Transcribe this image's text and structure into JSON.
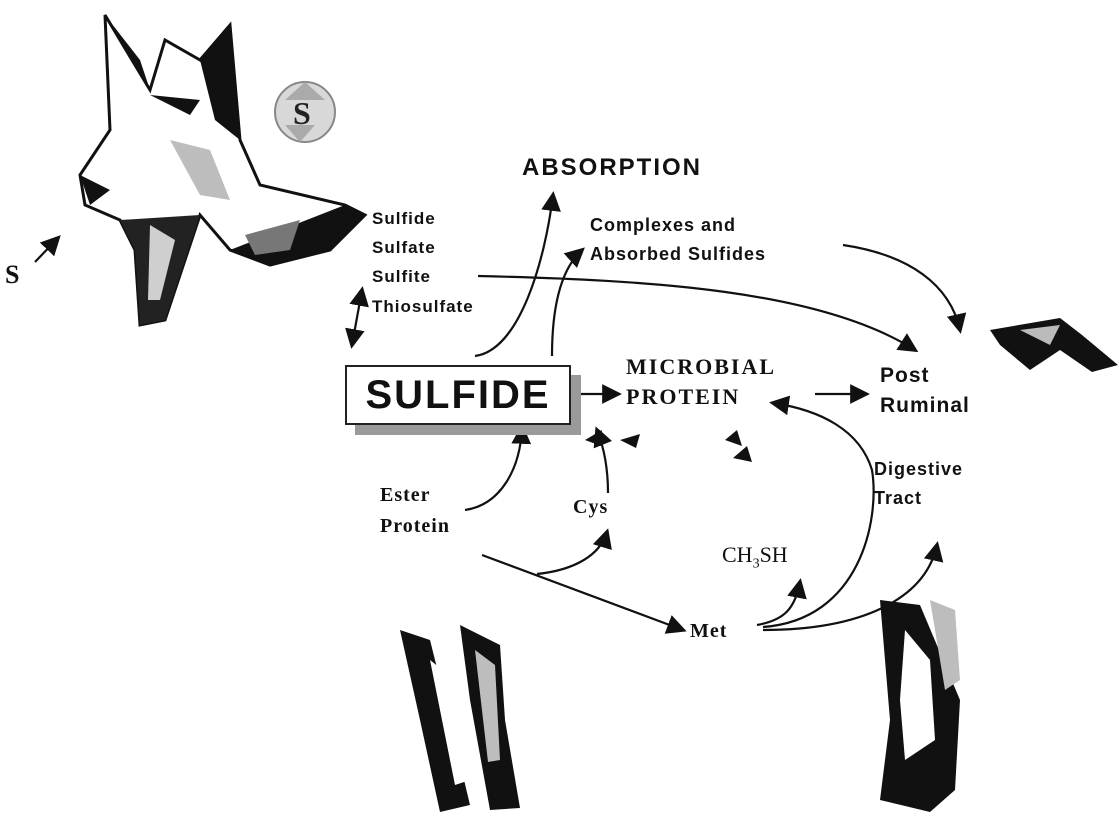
{
  "source_label": "S",
  "recycle_badge_letter": "S",
  "absorption": "ABSORPTION",
  "complexes": [
    "Complexes and",
    "Absorbed Sulfides"
  ],
  "sulfur_forms": [
    "Sulfide",
    "Sulfate",
    "Sulfite",
    "Thiosulfate"
  ],
  "sulfide": "SULFIDE",
  "microbial_protein": [
    "MICROBIAL",
    "PROTEIN"
  ],
  "post_ruminal": [
    "Post",
    "Ruminal"
  ],
  "digestive_tract": [
    "Digestive",
    "Tract"
  ],
  "ester_protein": [
    "Ester",
    "Protein"
  ],
  "cys": "Cys",
  "met": "Met",
  "ch3sh": {
    "main": "CH",
    "sub": "3",
    "tail": "SH"
  },
  "colors": {
    "ink": "#111111",
    "shadow": "#9a9a9a",
    "gray": "#bdbdbd"
  }
}
